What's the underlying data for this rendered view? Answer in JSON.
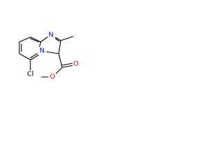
{
  "molecule": {
    "atoms": [
      {
        "id": "cl",
        "symbol": "Cl",
        "color": "#000000"
      },
      {
        "id": "n1",
        "symbol": "N",
        "color": "#0000ff"
      },
      {
        "id": "n2",
        "symbol": "N",
        "color": "#0000ff"
      },
      {
        "id": "o1",
        "symbol": "O",
        "color": "#ff0000"
      },
      {
        "id": "o2",
        "symbol": "O",
        "color": "#ff0000"
      }
    ]
  }
}
